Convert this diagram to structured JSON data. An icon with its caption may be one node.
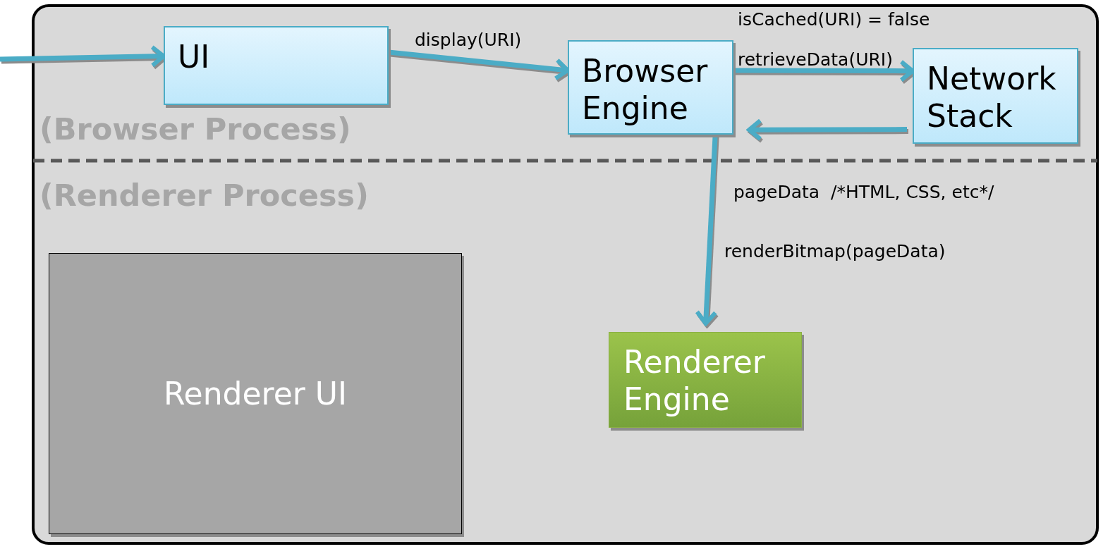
{
  "diagram": {
    "nodes": [
      {
        "text": [
          "UI"
        ]
      },
      {
        "text": [
          "Browser Engine"
        ]
      },
      {
        "text": [
          "Network Stack"
        ]
      },
      {
        "text": [
          "Renderer UI"
        ]
      },
      {
        "text": [
          "Renderer Engine"
        ]
      }
    ],
    "edges": [
      {
        "from": null,
        "to": 0,
        "arrow": "to"
      },
      {
        "from": 0,
        "to": 1,
        "arrow": "to",
        "label": "display(URI)"
      },
      {
        "from": 1,
        "to": 2,
        "arrow": "to",
        "label": "retrieveData(URI)"
      },
      {
        "from": 2,
        "to": 1,
        "arrow": "to"
      },
      {
        "from": 1,
        "to": 4,
        "arrow": "to",
        "label": "renderBitmap(pageData)"
      }
    ],
    "labels": [
      "isCached(URI) = false",
      "(Browser Process)",
      "(Renderer Process)",
      "pageData  /*HTML, CSS, etc*/"
    ]
  }
}
